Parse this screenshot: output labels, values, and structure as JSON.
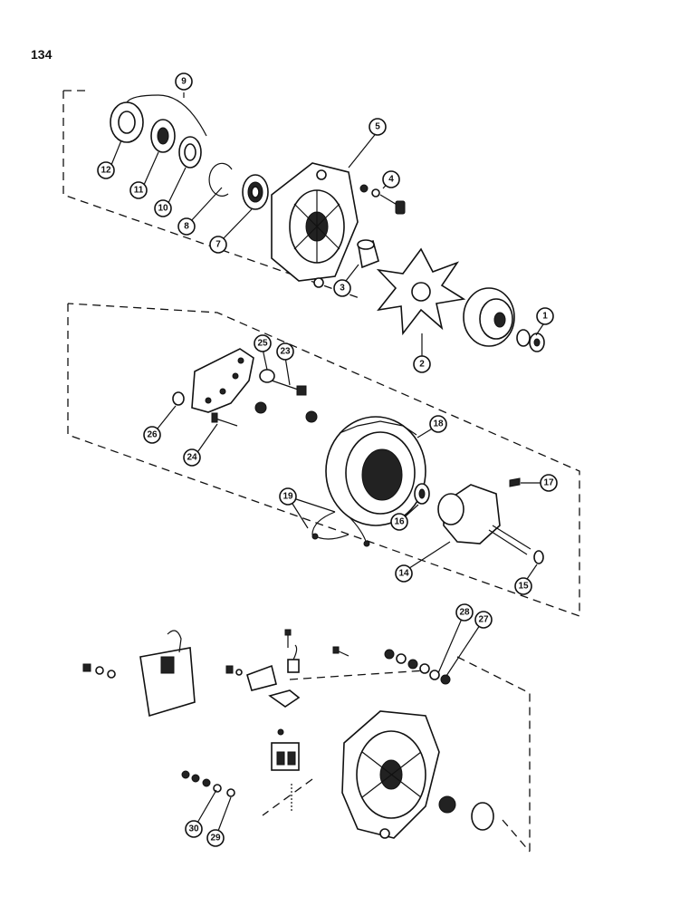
{
  "page": {
    "number": "134"
  },
  "colors": {
    "ink": "#111111",
    "paper": "#ffffff"
  },
  "callouts": [
    {
      "id": "c1",
      "label": "1"
    },
    {
      "id": "c2",
      "label": "2"
    },
    {
      "id": "c3",
      "label": "3"
    },
    {
      "id": "c4",
      "label": "4"
    },
    {
      "id": "c5",
      "label": "5"
    },
    {
      "id": "c7",
      "label": "7"
    },
    {
      "id": "c8",
      "label": "8"
    },
    {
      "id": "c9",
      "label": "9"
    },
    {
      "id": "c10",
      "label": "10"
    },
    {
      "id": "c11",
      "label": "11"
    },
    {
      "id": "c12",
      "label": "12"
    },
    {
      "id": "c14",
      "label": "14"
    },
    {
      "id": "c15",
      "label": "15"
    },
    {
      "id": "c16",
      "label": "16"
    },
    {
      "id": "c17",
      "label": "17"
    },
    {
      "id": "c18",
      "label": "18"
    },
    {
      "id": "c19",
      "label": "19"
    },
    {
      "id": "c23",
      "label": "23"
    },
    {
      "id": "c24",
      "label": "24"
    },
    {
      "id": "c25",
      "label": "25"
    },
    {
      "id": "c26",
      "label": "26"
    },
    {
      "id": "c27",
      "label": "27"
    },
    {
      "id": "c28",
      "label": "28"
    },
    {
      "id": "c29",
      "label": "29"
    },
    {
      "id": "c30",
      "label": "30"
    }
  ]
}
